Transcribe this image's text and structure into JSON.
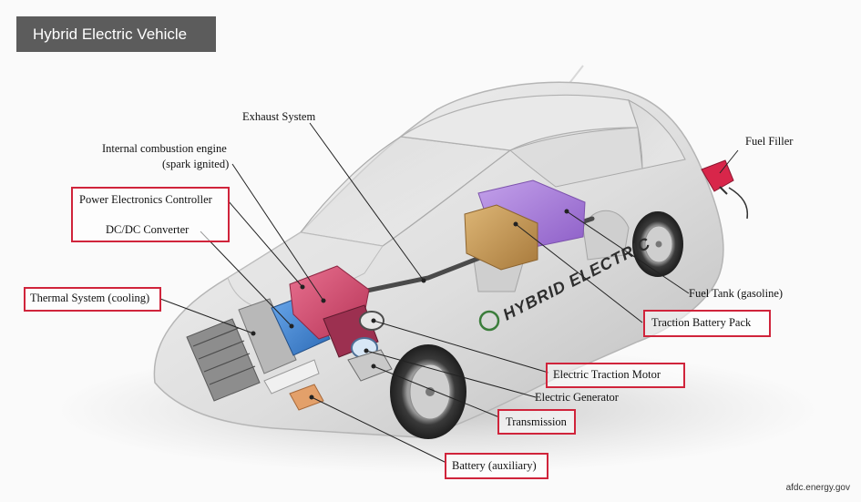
{
  "title": "Hybrid Electric Vehicle",
  "source": "afdc.energy.gov",
  "car_lettering": "HYBRID ELECTRIC",
  "labels": {
    "exhaust_system": "Exhaust System",
    "ice_line1": "Internal combustion engine",
    "ice_line2": "(spark ignited)",
    "power_electronics_controller": "Power Electronics Controller",
    "dcdc_converter": "DC/DC Converter",
    "thermal_system": "Thermal System (cooling)",
    "fuel_filler": "Fuel Filler",
    "fuel_tank": "Fuel Tank (gasoline)",
    "traction_battery_pack": "Traction Battery Pack",
    "electric_traction_motor": "Electric Traction Motor",
    "electric_generator": "Electric Generator",
    "transmission": "Transmission",
    "battery_auxiliary": "Battery (auxiliary)"
  },
  "colors": {
    "highlight_box": "#d0243b",
    "title_bar": "#5c5c5c",
    "controller_pink": "#d94b6e",
    "converter_blue": "#3f86d6",
    "fuel_tank_purple": "#a677d6",
    "battery_pack_tan": "#c79a55",
    "aux_battery_orange": "#e3a06a"
  }
}
